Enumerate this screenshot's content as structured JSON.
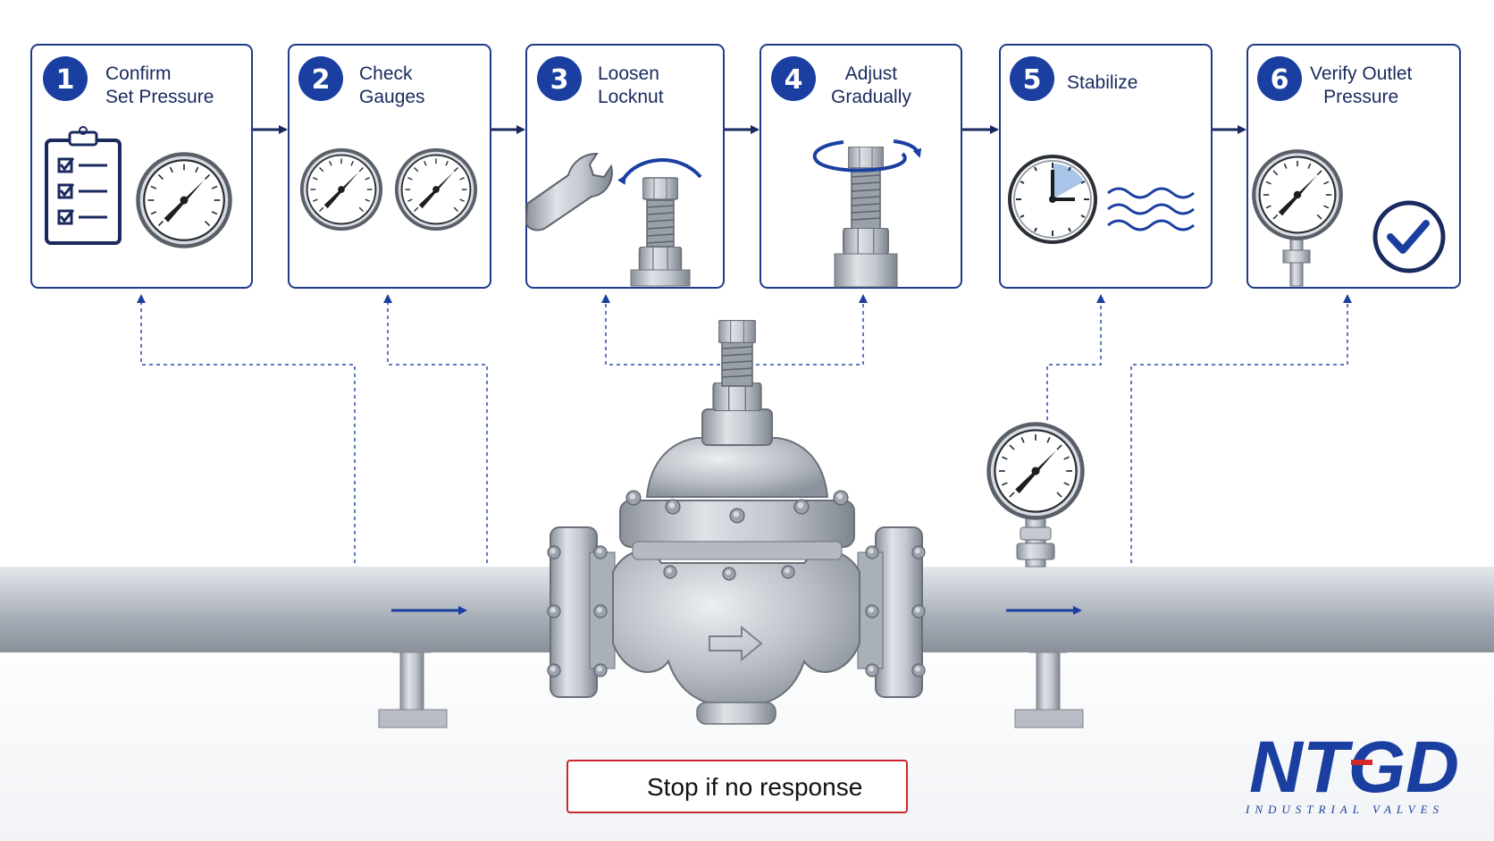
{
  "colors": {
    "navy": "#1a2a5e",
    "accent_blue": "#1a3fa0",
    "warning_red": "#c8282d",
    "steel": "#b9bec6"
  },
  "steps": [
    {
      "number": "1",
      "lines": [
        "Confirm",
        "Set Pressure"
      ],
      "icons": [
        "clipboard-checklist-icon",
        "pressure-gauge-icon"
      ]
    },
    {
      "number": "2",
      "lines": [
        "Check",
        "Gauges"
      ],
      "icons": [
        "pressure-gauge-icon",
        "pressure-gauge-icon"
      ]
    },
    {
      "number": "3",
      "lines": [
        "Loosen",
        "Locknut"
      ],
      "icons": [
        "wrench-icon",
        "locknut-bolt-icon",
        "rotate-arrow-icon"
      ]
    },
    {
      "number": "4",
      "lines": [
        "Adjust",
        "Gradually"
      ],
      "icons": [
        "adjust-screw-icon",
        "circular-arrow-icon"
      ]
    },
    {
      "number": "5",
      "lines": [
        "Stabilize"
      ],
      "icons": [
        "clock-icon",
        "wave-lines-icon"
      ]
    },
    {
      "number": "6",
      "lines": [
        "Verify Outlet",
        "Pressure"
      ],
      "icons": [
        "pressure-gauge-icon",
        "checkmark-circle-icon"
      ]
    }
  ],
  "warning": {
    "text": "Stop if no response",
    "icon": "warning-triangle-icon"
  },
  "brand": {
    "logo_text": "NTGD",
    "tagline": "INDUSTRIAL VALVES"
  }
}
